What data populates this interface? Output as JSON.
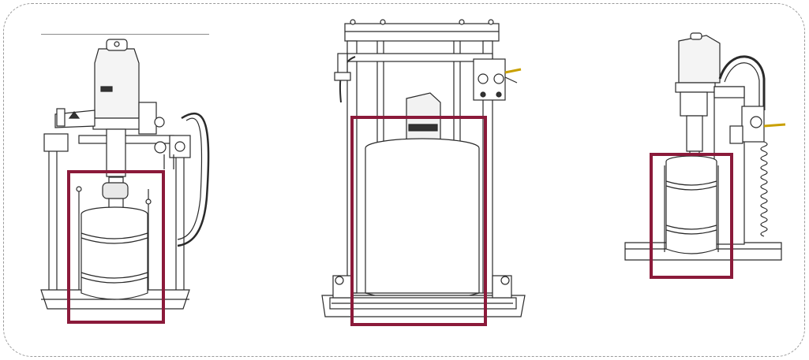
{
  "colors": {
    "highlight": "#8b1a3a",
    "line": "#2a2a2a",
    "panel": "#ffffff",
    "frame_border": "#9a9a9a"
  },
  "panels": [
    {
      "name": "drum-pump-left",
      "highlight": "drum-highlight-left"
    },
    {
      "name": "drum-pump-center",
      "highlight": "drum-highlight-center"
    },
    {
      "name": "drum-pump-right",
      "highlight": "drum-highlight-right"
    }
  ]
}
